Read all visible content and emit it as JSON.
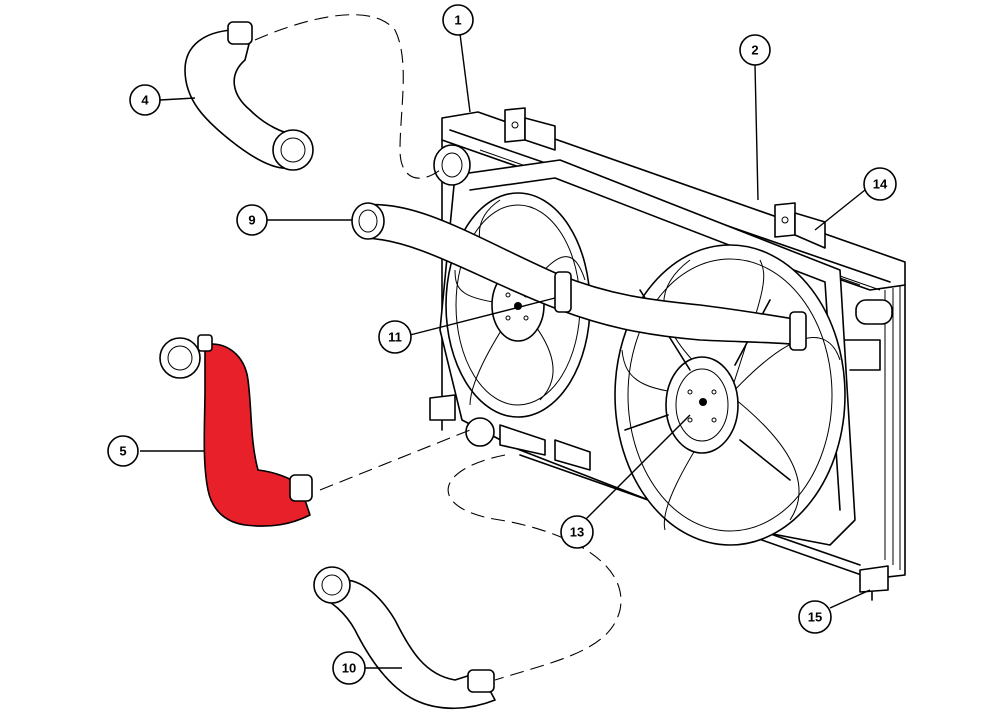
{
  "callouts": [
    {
      "id": "1",
      "label": "1"
    },
    {
      "id": "2",
      "label": "2"
    },
    {
      "id": "4",
      "label": "4"
    },
    {
      "id": "5",
      "label": "5"
    },
    {
      "id": "9",
      "label": "9"
    },
    {
      "id": "10",
      "label": "10"
    },
    {
      "id": "11",
      "label": "11"
    },
    {
      "id": "13",
      "label": "13"
    },
    {
      "id": "14",
      "label": "14"
    },
    {
      "id": "15",
      "label": "15"
    }
  ],
  "colors": {
    "highlight": "#e8202a",
    "line": "#000000",
    "background": "#ffffff"
  }
}
